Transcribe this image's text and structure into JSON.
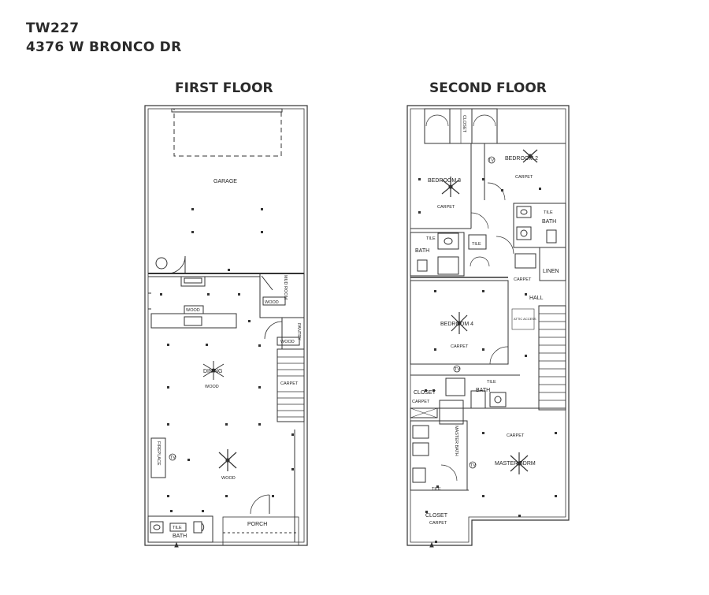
{
  "header": {
    "code": "TW227",
    "address": "4376 W BRONCO DR"
  },
  "first_floor": {
    "title": "FIRST FLOOR",
    "labels": {
      "garage": "GARAGE",
      "mud_room": "MUD ROOM",
      "wood_mud": "WOOD",
      "wood_kitchen": "WOOD",
      "pantry": "PANTRY",
      "wood_pantry": "WOOD",
      "dining": "DINING",
      "wood_dining": "WOOD",
      "carpet_stair": "CARPET",
      "fireplace": "FIREPLACE",
      "tv": "TV",
      "wood_living": "WOOD",
      "tile": "TILE",
      "bath": "BATH",
      "porch": "PORCH"
    }
  },
  "second_floor": {
    "title": "SECOND FLOOR",
    "labels": {
      "closet_top": "CLOSET",
      "bedroom2": "BEDROOM 2",
      "carpet_b2": "CARPET",
      "tv_b2": "TV",
      "bedroom3": "BEDROOM 3",
      "carpet_b3": "CARPET",
      "tile_bath_r": "TILE",
      "bath_r": "BATH",
      "tile_bath_l": "TILE",
      "bath_l": "BATH",
      "tile_mid": "TILE",
      "linen": "LINEN",
      "carpet_hall": "CARPET",
      "hall": "HALL",
      "bedroom4": "BEDROOM 4",
      "attic": "ATTIC ACCESS",
      "carpet_b4": "CARPET",
      "tv_b4": "TV",
      "closet_mid": "CLOSET",
      "carpet_closet_mid": "CARPET",
      "tile_bath3": "TILE",
      "bath3": "BATH",
      "master_bath": "MASTER BATH",
      "tile_master": "TILE",
      "carpet_master": "CARPET",
      "tv_master": "TV",
      "master_bdrm": "MASTER BDRM",
      "closet_bottom": "CLOSET",
      "carpet_closet_bottom": "CARPET"
    }
  }
}
